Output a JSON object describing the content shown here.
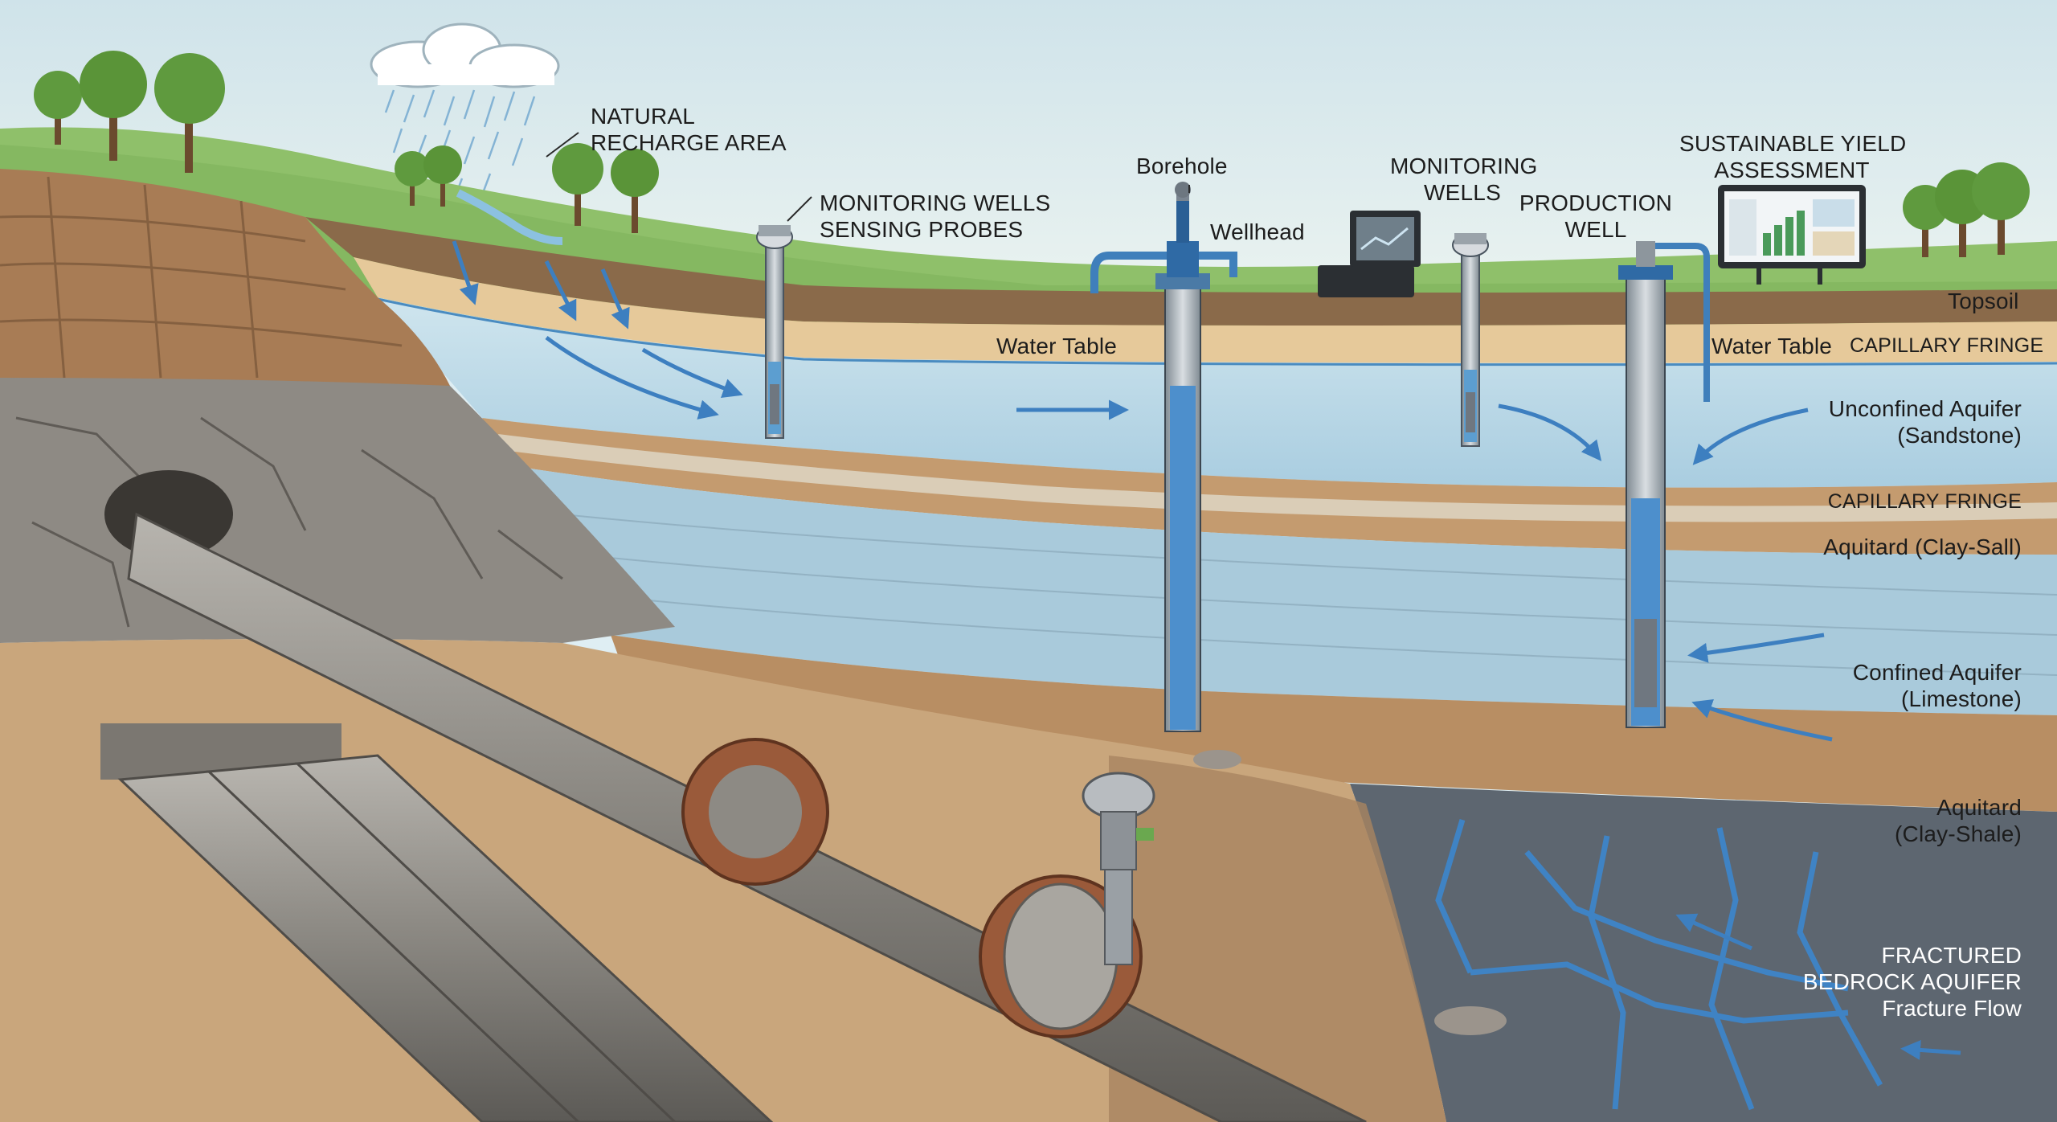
{
  "labels": {
    "natural_recharge_area": [
      "NATURAL",
      "RECHARGE AREA"
    ],
    "monitoring_wells_sensing_probes": [
      "MONITORING WELLS",
      "SENSING PROBES"
    ],
    "borehole": "Borehole",
    "wellhead": "Wellhead",
    "monitoring_wells": [
      "MONITORING",
      "WELLS"
    ],
    "production_well": [
      "PRODUCTION",
      "WELL"
    ],
    "sustainable_yield_assessment": [
      "SUSTAINABLE YIELD",
      "ASSESSMENT"
    ],
    "topsoil": "Topsoil",
    "water_table_center": "Water Table",
    "water_table_right": "Water Table",
    "capillary_fringe_upper": "CAPILLARY FRINGE",
    "unconfined_aquifer": [
      "Unconfined Aquifer",
      "(Sandstone)"
    ],
    "capillary_fringe_lower": "CAPILLARY FRINGE",
    "aquitard_clay_salt": "Aquitard (Clay-Sall)",
    "confined_aquifer": [
      "Confined Aquifer",
      "(Limestone)"
    ],
    "aquitard_clay_shale": [
      "Aquitard",
      "(Clay-Shale)"
    ],
    "fractured_bedrock_aquifer": [
      "FRACTURED",
      "BEDROCK AQUIFER",
      "Fracture Flow"
    ]
  },
  "colors": {
    "sky": "#e4f0f3",
    "grass": "#8fc06a",
    "topsoil": "#8a6a4a",
    "sand": "#e6c99a",
    "water": "#b9d8e6",
    "clay": "#b88e63",
    "limestone": "#ddd3bf",
    "bedrock": "#5d6670",
    "pipe": "#8c8984",
    "flange": "#9a5a3a",
    "arrow": "#3d7fc0"
  }
}
